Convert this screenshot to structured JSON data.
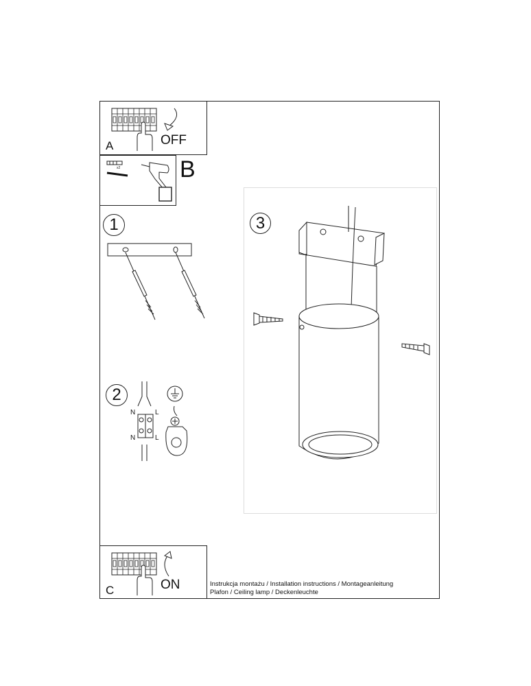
{
  "panels": {
    "a": {
      "letter": "A",
      "label": "OFF"
    },
    "b": {
      "letter": "B",
      "count": "x2"
    },
    "c": {
      "letter": "C",
      "label": "ON"
    }
  },
  "steps": {
    "one": "1",
    "two": "2",
    "three": "3"
  },
  "wiring": {
    "n_top": "N",
    "l_top": "L",
    "n_bottom": "N",
    "l_bottom": "L"
  },
  "caption": {
    "line1": "Instrukcja montażu / Installation instructions / Montageanleitung",
    "line2": "Plafon / Ceiling lamp / Deckenleuchte"
  },
  "icons": [
    "breaker-panel-icon",
    "hand-icon",
    "arrow-down-icon",
    "arrow-up-icon",
    "drill-icon",
    "wall-plug-icon",
    "ground-symbol-icon",
    "terminal-block-icon",
    "screw-icon"
  ]
}
